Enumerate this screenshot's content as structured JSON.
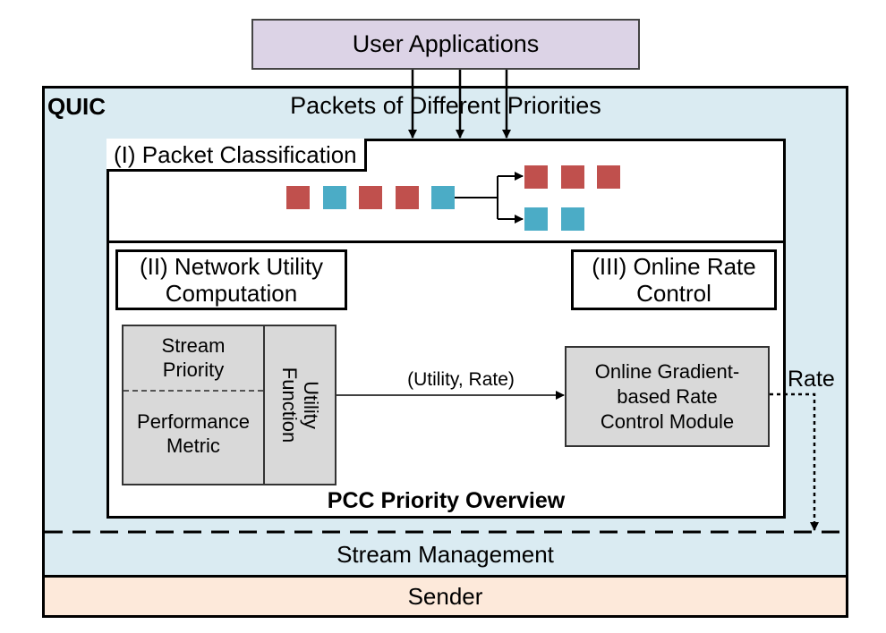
{
  "user_applications": {
    "label": "User Applications"
  },
  "quic": {
    "label": "QUIC",
    "packets_label": "Packets of Different Priorities"
  },
  "packet_classification": {
    "title": "(I) Packet Classification",
    "input_queue": [
      "high",
      "low",
      "high",
      "high",
      "low"
    ],
    "high_priority_queue": [
      "high",
      "high",
      "high"
    ],
    "low_priority_queue": [
      "low",
      "low"
    ],
    "colors": {
      "high": "#c0504d",
      "low": "#4bacc6"
    }
  },
  "network_utility": {
    "title_line1": "(II) Network Utility",
    "title_line2": "Computation",
    "stream_priority_line1": "Stream",
    "stream_priority_line2": "Priority",
    "performance_metric_line1": "Performance",
    "performance_metric_line2": "Metric",
    "utility_function_line1": "Utility",
    "utility_function_line2": "Function"
  },
  "edge_label": "(Utility, Rate)",
  "online_rate_control": {
    "title_line1": "(III) Online Rate",
    "title_line2": "Control",
    "module_line1": "Online Gradient-",
    "module_line2": "based Rate",
    "module_line3": "Control Module"
  },
  "rate_label": "Rate",
  "overview_label": "PCC Priority Overview",
  "stream_management": {
    "label": "Stream Management"
  },
  "sender": {
    "label": "Sender"
  },
  "colors": {
    "user_apps_bg": "#dcd3e6",
    "quic_bg": "#daebf2",
    "sender_bg": "#fde9da",
    "module_bg": "#d9d9d9"
  }
}
